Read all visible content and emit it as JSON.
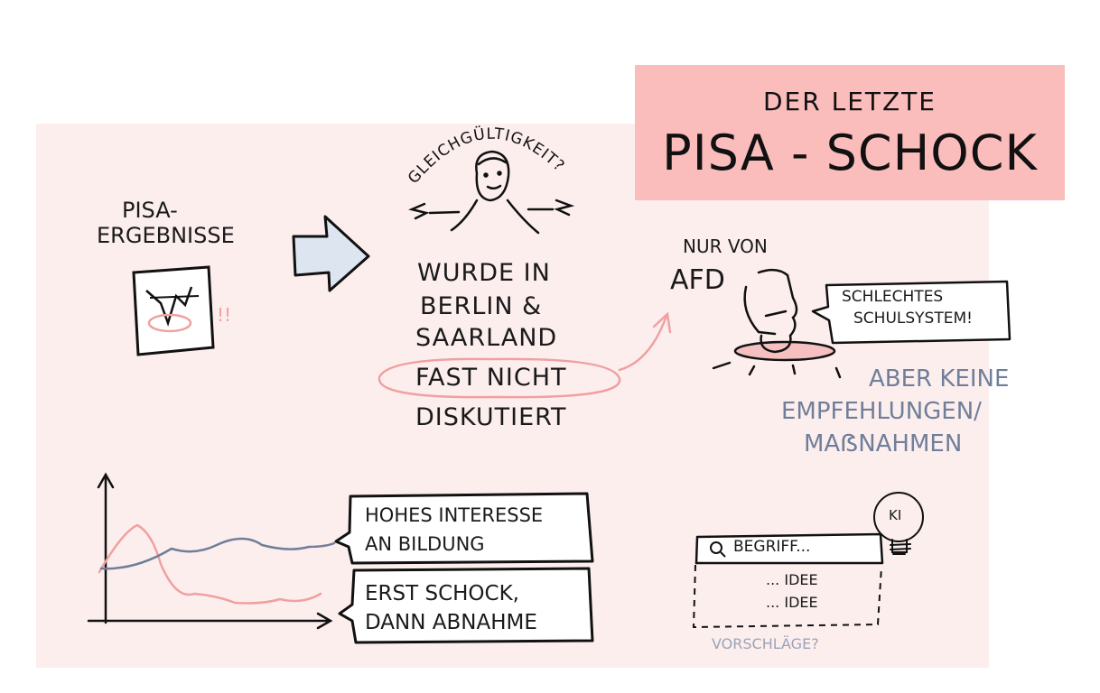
{
  "title": {
    "line1": "DER LETZTE",
    "line2": "PISA - SCHOCK"
  },
  "pisa_results": {
    "label_line1": "PISA-",
    "label_line2": "ERGEBNISSE",
    "exclamation": "!!"
  },
  "center": {
    "arc_word": "GLEICHGÜLTIGKEIT?",
    "lines": [
      "WURDE IN",
      "BERLIN &",
      "SAARLAND",
      "FAST NICHT",
      "DISKUTIERT"
    ]
  },
  "afd": {
    "label_line1": "NUR VON",
    "label_line2": "AFD",
    "speech_line1": "SCHLECHTES",
    "speech_line2": "SCHULSYSTEM!",
    "note_line1": "ABER KEINE",
    "note_line2": "EMPFEHLUNGEN/",
    "note_line3": "MAẞNAHMEN"
  },
  "chart_notes": {
    "box1_line1": "HOHES INTERESSE",
    "box1_line2": "AN BILDUNG",
    "box2_line1": "ERST SCHOCK,",
    "box2_line2": "DANN ABNAHME"
  },
  "search": {
    "ki_label": "KI",
    "query": "BEGRIFF...",
    "suggestion1": "... IDEE",
    "suggestion2": "... IDEE",
    "caption": "VORSCHLÄGE?"
  },
  "colors": {
    "panel": "#fdeeee",
    "title_box": "#fbbcbc",
    "accent_pink": "#f0a0a0",
    "accent_blue": "#6f7f9a",
    "arrow_fill": "#dde6f0"
  }
}
